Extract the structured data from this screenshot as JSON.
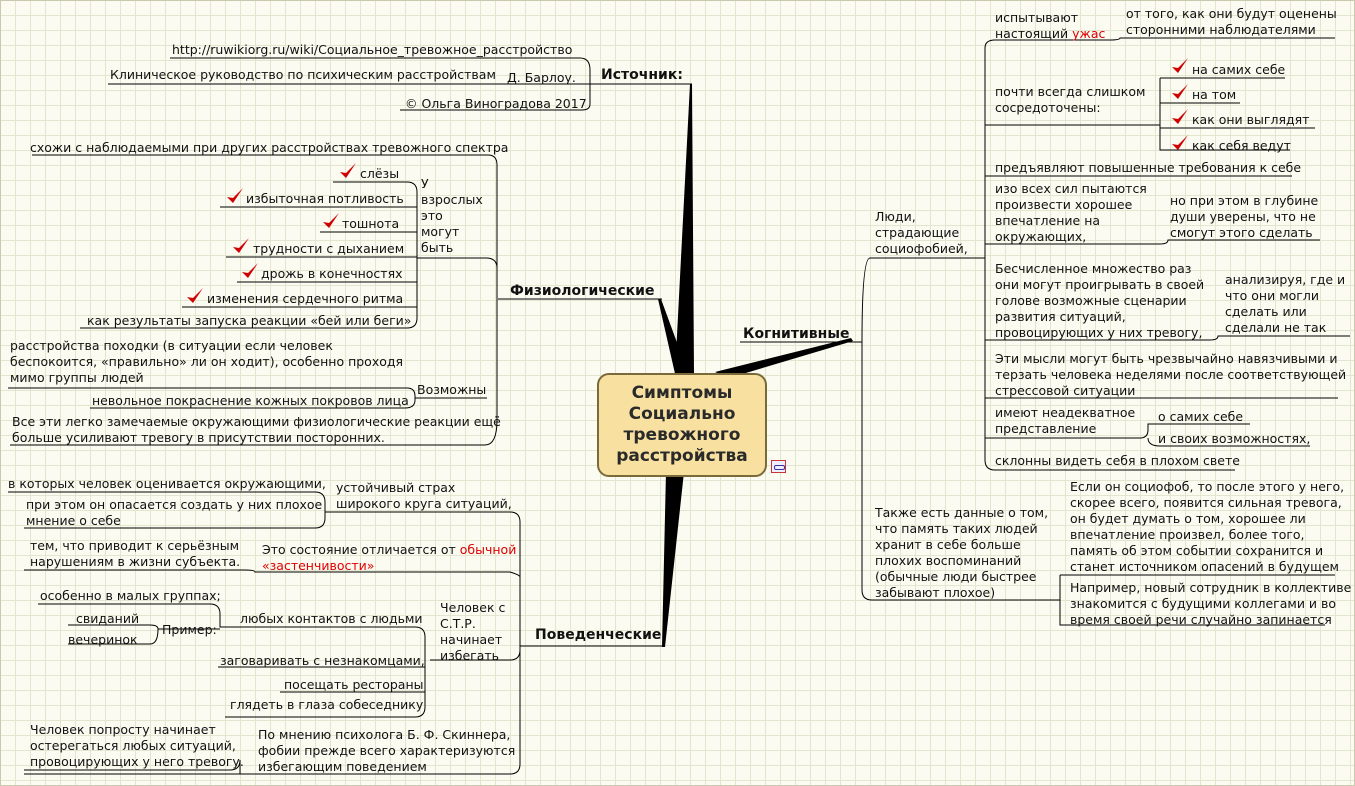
{
  "central": "Симптомы\nСоциально\nтревожного\nрасстройства",
  "source": {
    "label": "Источник:",
    "url": "http://ruwikiorg.ru/wiki/Социальное_тревожное_расстройство",
    "guide": "Клиническое руководство по психическим расстройствам",
    "author": "Д. Барлоу.",
    "copyright": "© Ольга Виноградова 2017"
  },
  "physio": {
    "label": "Физиологические",
    "similar": "схожи с наблюдаемыми при других расстройствах тревожного спектра",
    "adults": "У\nвзрослых\nэто\nмогут\nбыть",
    "items": [
      "слёзы",
      "избыточная потливость",
      "тошнота",
      "трудности с дыханием",
      "дрожь в конечностях",
      "изменения сердечного ритма"
    ],
    "fight": "как результаты запуска реакции «бей или беги»",
    "possible": "Возможны",
    "gait": "расстройства походки (в ситуации если человек\nбеспокоится, «правильно» ли он ходит), особенно проходя\nмимо группы людей",
    "blush": "невольное покраснение кожных покровов лица",
    "noticed": "Все эти легко замечаемые окружающими физиологические реакции ещё\nбольше усиливают тревогу в присутствии посторонних."
  },
  "behav": {
    "label": "Поведенческие",
    "fear": "устойчивый страх\nширокого круга ситуаций,",
    "evaluated": "в которых человек оценивается окружающими,",
    "bad_opinion": "при этом он опасается создать у них плохое\nмнение о себе",
    "differs_prefix": "Это состояние отличается от ",
    "differs_red": "обычной\n«застенчивости»",
    "serious": "тем, что приводит к серьёзным\nнарушениям в жизни субъекта.",
    "avoids": "Человек с\nС.Т.Р.\nначинает\nизбегать",
    "contacts": "любых контактов с людьми",
    "small_groups": "особенно в малых группах;",
    "example": "Пример:",
    "dates": "свиданий",
    "parties": "вечеринок",
    "strangers": "заговаривать с незнакомцами,",
    "restaurants": "посещать рестораны",
    "eyes": "глядеть в глаза собеседнику",
    "skinner": "По мнению психолога Б. Ф. Скиннера,\nфобии прежде всего характеризуются\nизбегающим поведением",
    "beware": "Человек попросту начинает\nостерегаться любых ситуаций,\nпровоцирующих у него тревогу."
  },
  "cog": {
    "label": "Когнитивные",
    "people": "Люди,\nстрадающие\nсоциофобией,",
    "horror_prefix": "испытывают\nнастоящий ",
    "horror_red": "ужас",
    "judged": "от того, как они будут оценены\nсторонними наблюдателями",
    "focused": "почти всегда слишком\nсосредоточены:",
    "focus_items": [
      "на самих себе",
      "на том",
      "как они выглядят",
      "как себя ведут"
    ],
    "demands": "предъявляют повышенные требования к себе",
    "impress": "изо всех сил пытаются\nпроизвести хорошее\nвпечатление на\nокружающих,",
    "but_deep": "но при этом в глубине\nдуши уверены, что не\nсмогут этого сделать",
    "scenarios": "Бесчисленное множество раз\nони могут проигрывать в своей\nголове возможные сценарии\nразвития ситуаций,\nпровоцирующих у них тревогу,",
    "analyzing": "анализируя, где и\nчто они могли\nсделать или\nсделали не так",
    "obsessive": "Эти мысли могут быть чрезвычайно навязчивыми и\nтерзать человека неделями после соответствующей\nстрессовой ситуации",
    "inadequate": "имеют неадекватное\nпредставление",
    "of_self": "о самих себе",
    "abilities": "и своих возможностях,",
    "bad_light": "склонны видеть себя в плохом свете",
    "memory": "Также есть данные о том,\nчто память таких людей\nхранит в себе больше\nплохих воспоминаний\n(обычные люди быстрее\nзабывают плохое)",
    "if_phobe": "Если он социофоб, то после этого у него,\nскорее всего, появится сильная тревога,\nон будет думать о том, хорошее ли\nвпечатление произвел, более того,\nпамять об этом событии сохранится и\nстанет источником опасений в будущем",
    "example": "Например, новый сотрудник в коллективе\nзнакомится с будущими коллегами и во\nвремя своей речи случайно запинается"
  },
  "colors": {
    "central_fill": "#f7e0a0",
    "check": "#d00000",
    "line": "#000000",
    "accent_text": "#e00000"
  }
}
